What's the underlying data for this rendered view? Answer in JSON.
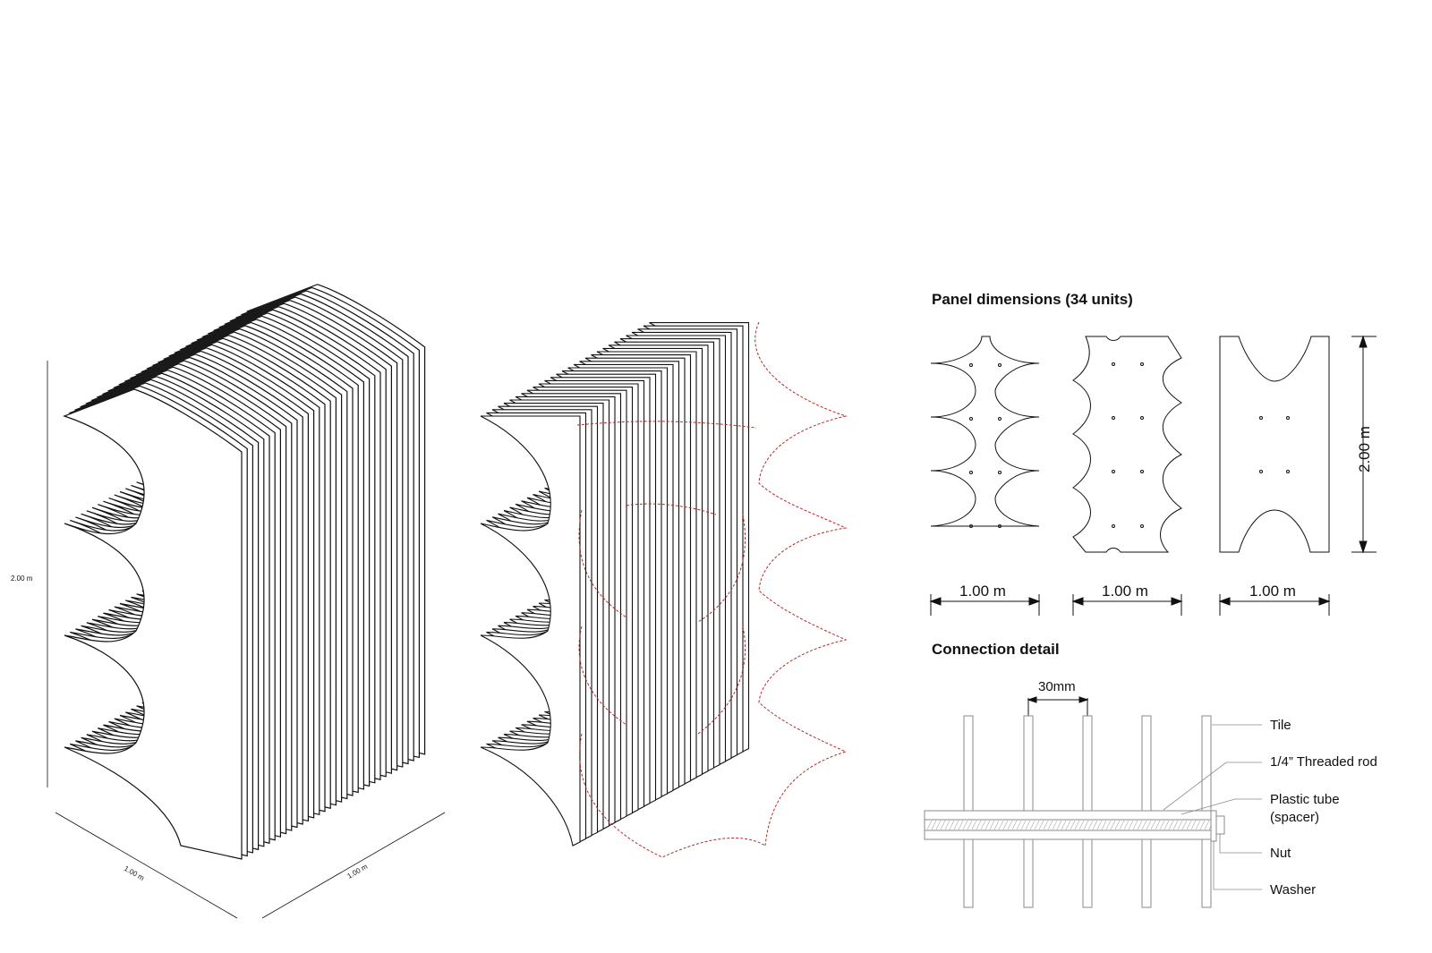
{
  "drawing": {
    "axo_height": "2.00 m",
    "axo_width_left": "1.00 m",
    "axo_width_right": "1.00 m"
  },
  "panel": {
    "title": "Panel dimensions (34 units)",
    "widths": [
      "1.00 m",
      "1.00 m",
      "1.00 m"
    ],
    "height": "2.00 m"
  },
  "connection": {
    "title": "Connection detail",
    "spacing": "30mm",
    "labels": [
      "Tile",
      "1/4” Threaded rod",
      "Plastic tube",
      "(spacer)",
      "Nut",
      "Washer"
    ]
  },
  "colors": {
    "line": "#111111",
    "red": "#b52a2a",
    "grey": "#8a8a8a"
  }
}
